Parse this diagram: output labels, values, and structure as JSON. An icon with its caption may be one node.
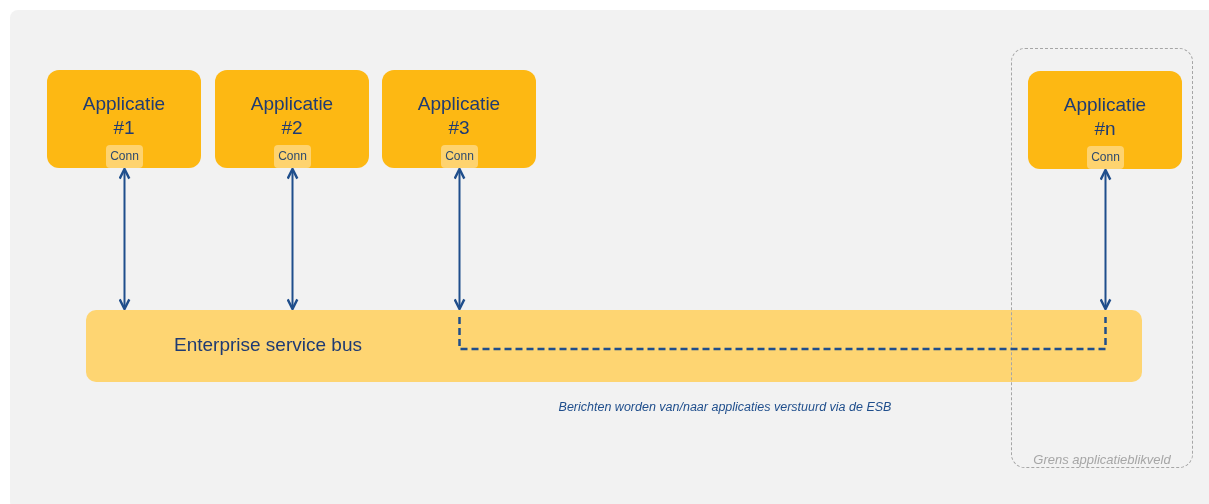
{
  "diagram": {
    "nodes": [
      {
        "text": [
          "Applicatie #1"
        ]
      },
      {
        "text": [
          "Conn"
        ],
        "in": 0
      },
      {
        "text": [
          "Applicatie #2"
        ]
      },
      {
        "text": [
          "Conn"
        ],
        "in": 2
      },
      {
        "text": [
          "Applicatie #3"
        ]
      },
      {
        "text": [
          "Conn"
        ],
        "in": 4
      },
      {
        "text": [
          "Grens applicatieblikveld"
        ]
      },
      {
        "text": [
          "Applicatie #n"
        ],
        "in": 6
      },
      {
        "text": [
          "Conn"
        ],
        "in": 7
      },
      {
        "text": [
          "Enterprise service bus"
        ]
      }
    ],
    "edges": [
      {
        "from": 1,
        "to": 9,
        "arrow": "both"
      },
      {
        "from": 3,
        "to": 9,
        "arrow": "both"
      },
      {
        "from": 5,
        "to": 9,
        "arrow": "both"
      },
      {
        "from": 8,
        "to": 9,
        "arrow": "both"
      }
    ],
    "labels": [
      "Berichten worden van/naar applicaties verstuurd via de ESB"
    ]
  }
}
